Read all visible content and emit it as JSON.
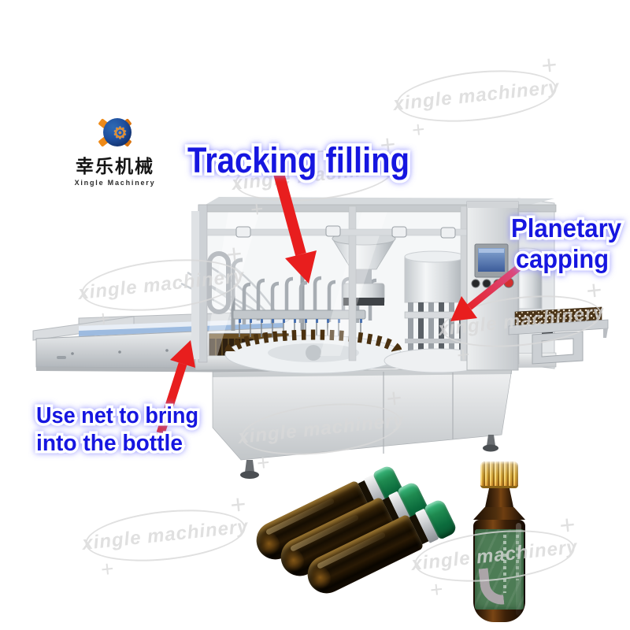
{
  "logo": {
    "brand_cn": "幸乐机械",
    "brand_en": "Xingle Machinery"
  },
  "watermark": {
    "text": "xingle machinery",
    "sparkle": "+"
  },
  "annotations": {
    "tracking_filling": {
      "text": "Tracking filling"
    },
    "planetary_capping": {
      "line1": "Planetary",
      "line2": "capping"
    },
    "use_net": {
      "line1": "Use net to bring",
      "line2": "into the bottle"
    }
  },
  "colors": {
    "annotation_blue": "#1414e0",
    "annotation_glow": "#8a8aff",
    "arrow_red": "#e81e1e",
    "arrow_pink": "#d8518f",
    "watermark_gray": "#d9d9d9",
    "logo_blue": "#1f4f9e",
    "logo_orange": "#ef8c1a",
    "machine_steel": "#cdd1d5",
    "conveyor_blue": "#8fb2dc",
    "screen_blue": "#4a6aa8",
    "vial_cap_green": "#1f8a50",
    "bottle_cap_gold": "#c89b3c",
    "bottle_label_green": "#4d7c55"
  }
}
